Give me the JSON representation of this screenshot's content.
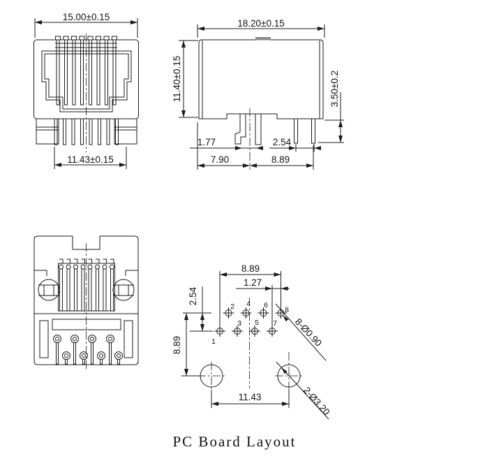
{
  "drawing": {
    "caption": "PC Board Layout",
    "front_view": {
      "dim_body_width": "15.00±0.15",
      "dim_pin_span": "11.43±0.15"
    },
    "side_view": {
      "dim_body_depth": "18.20±0.15",
      "dim_body_height": "11.40±0.15",
      "dim_pin_length": "3.50±0.2",
      "dim_latch_offset": "1.77",
      "dim_pin_pitch": "2.54",
      "dim_front_to_center": "7.90",
      "dim_center_to_pin": "8.89"
    },
    "pcb_layout": {
      "dim_pin_row_span": "8.89",
      "dim_row_offset": "1.27",
      "dim_row_gap": "2.54",
      "dim_row_to_mount": "8.89",
      "dim_mount_span": "11.43",
      "label_pin_holes": "8-Ø0.90",
      "label_mount_holes": "2-Ø3.20",
      "pin_numbers": [
        "1",
        "2",
        "3",
        "4",
        "5",
        "6",
        "7",
        "8"
      ]
    }
  },
  "colors": {
    "line": "#1a1a1a",
    "background": "#ffffff"
  }
}
